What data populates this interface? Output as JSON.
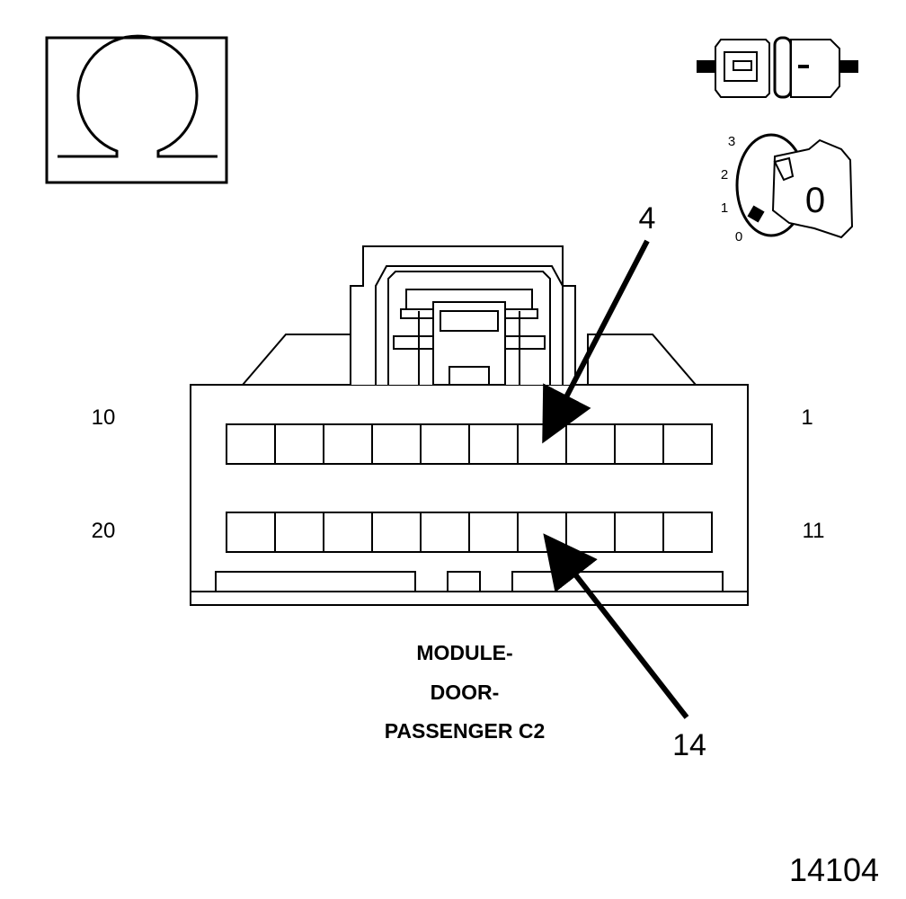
{
  "ohmmeter_symbol": {
    "icon": "ohm-icon"
  },
  "ignition_symbol": {
    "connector_icon": "disconnected-connector-icon",
    "key_icon": "ignition-key-icon",
    "positions": [
      "3",
      "2",
      "1",
      "0"
    ],
    "key_position_label": "0"
  },
  "connector": {
    "corner_pins": {
      "top_left": "10",
      "top_right": "1",
      "bottom_left": "20",
      "bottom_right": "11"
    },
    "rows": 2,
    "cavities_per_row": 10,
    "callouts": [
      {
        "label": "4"
      },
      {
        "label": "14"
      }
    ],
    "title_lines": [
      "MODULE-",
      "DOOR-",
      "PASSENGER C2"
    ]
  },
  "figure_number": "14104",
  "colors": {
    "ink": "#000000",
    "paper": "#ffffff"
  }
}
